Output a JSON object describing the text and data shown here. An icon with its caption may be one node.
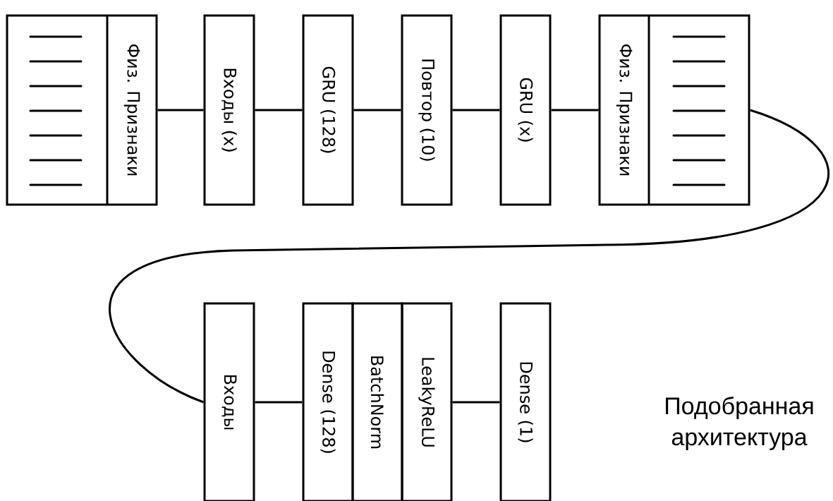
{
  "diagram": {
    "nodes": [
      {
        "text": [
          "Физ. Признаки"
        ]
      },
      {
        "text": [
          "Входы (x)"
        ]
      },
      {
        "text": [
          "GRU (128)"
        ]
      },
      {
        "text": [
          "Повтор (10)"
        ]
      },
      {
        "text": [
          "GRU (x)"
        ]
      },
      {
        "text": [
          "Физ. Признаки"
        ]
      },
      {
        "text": [
          "Входы"
        ]
      },
      {
        "text": [
          "Dense (128)"
        ]
      },
      {
        "text": [
          "BatchNorm"
        ]
      },
      {
        "text": [
          "LeakyReLU"
        ]
      },
      {
        "text": [
          "Dense (1)"
        ]
      }
    ],
    "edges": [
      {
        "from": 0,
        "to": 1,
        "arrow": "none"
      },
      {
        "from": 1,
        "to": 2,
        "arrow": "none"
      },
      {
        "from": 2,
        "to": 3,
        "arrow": "none"
      },
      {
        "from": 3,
        "to": 4,
        "arrow": "none"
      },
      {
        "from": 4,
        "to": 5,
        "arrow": "none"
      },
      {
        "from": 5,
        "to": 6,
        "arrow": "none"
      },
      {
        "from": 6,
        "to": 7,
        "arrow": "none"
      },
      {
        "from": 9,
        "to": 10,
        "arrow": "none"
      }
    ],
    "labels": [
      "Подобранная архитектура"
    ]
  }
}
